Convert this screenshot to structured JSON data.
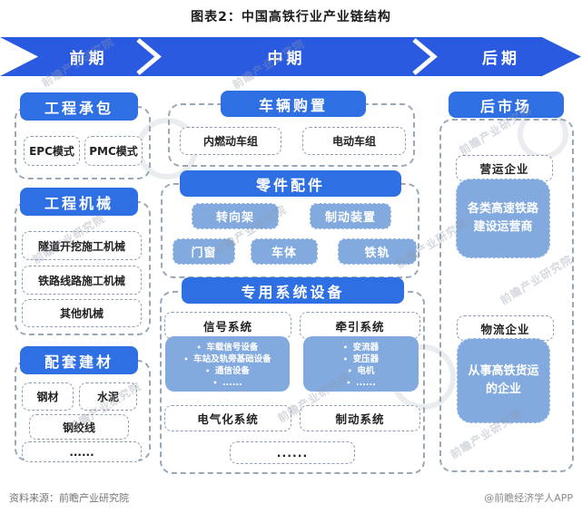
{
  "title": "图表2：中国高铁行业产业链结构",
  "phases": {
    "early": "前期",
    "mid": "中期",
    "late": "后期"
  },
  "colors": {
    "band_blue": "#2a5ae0",
    "header_blue": "#2f6fe4",
    "light_blue": "#82aadf",
    "dash_gray": "#9aa8b6"
  },
  "early": {
    "contracting": {
      "header": "工程承包",
      "items": [
        "EPC模式",
        "PMC模式"
      ]
    },
    "machinery": {
      "header": "工程机械",
      "items": [
        "隧道开挖施工机械",
        "铁路线路施工机械",
        "其他机械"
      ]
    },
    "materials": {
      "header": "配套建材",
      "items": [
        "钢材",
        "水泥",
        "钢绞线",
        "......"
      ]
    }
  },
  "mid": {
    "vehicle_purchase": {
      "header": "车辆购置",
      "items": [
        "内燃动车组",
        "电动车组"
      ]
    },
    "parts": {
      "header": "零件配件",
      "row1": [
        "转向架",
        "制动装置"
      ],
      "row2": [
        "门窗",
        "车体",
        "铁轨"
      ]
    },
    "systems": {
      "header": "专用系统设备",
      "signal": {
        "label": "信号系统",
        "bullets": [
          "车载信号设备",
          "车站及轨旁基础设备",
          "通信设备",
          "......"
        ]
      },
      "traction": {
        "label": "牵引系统",
        "bullets": [
          "变流器",
          "变压器",
          "电机",
          "......"
        ]
      },
      "electrification": "电气化系统",
      "braking": "制动系统",
      "more": "......"
    }
  },
  "late": {
    "header": "后市场",
    "operators": {
      "label": "营运企业",
      "desc": "各类高速铁路建设运营商"
    },
    "logistics": {
      "label": "物流企业",
      "desc": "从事高铁货运的企业"
    }
  },
  "footer": {
    "source": "资料来源：前瞻产业研究院",
    "credit": "@前瞻经济学人APP"
  },
  "watermark": {
    "text": "前瞻产业研究院"
  }
}
